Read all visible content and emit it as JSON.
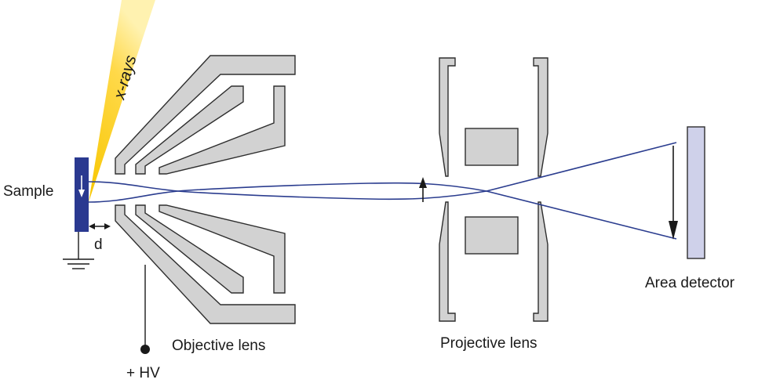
{
  "labels": {
    "sample": "Sample",
    "xrays": "x-rays",
    "distance": "d",
    "objective_lens": "Objective lens",
    "high_voltage": "+ HV",
    "projective_lens": "Projective lens",
    "area_detector": "Area detector"
  },
  "colors": {
    "sample": "#2a3990",
    "xray_beam": "#f7c600",
    "electrodes": "#d2d2d2",
    "electron_trajectories": "#2b3d8f",
    "detector": "#cfd1ea"
  }
}
